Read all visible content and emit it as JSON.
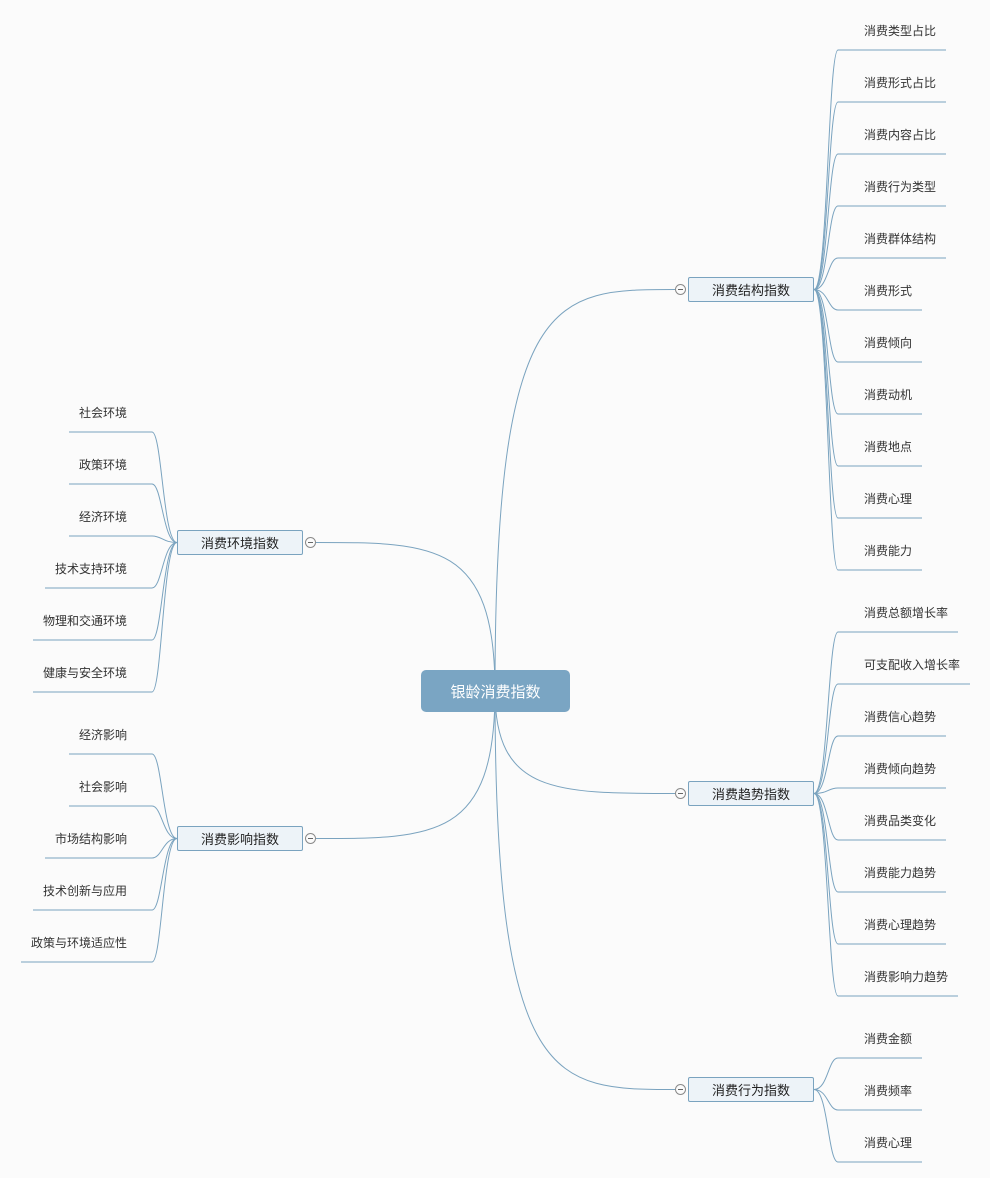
{
  "root": {
    "label": "银龄消费指数"
  },
  "branches": {
    "structure": {
      "label": "消费结构指数",
      "items": [
        "消费类型占比",
        "消费形式占比",
        "消费内容占比",
        "消费行为类型",
        "消费群体结构",
        "消费形式",
        "消费倾向",
        "消费动机",
        "消费地点",
        "消费心理",
        "消费能力"
      ]
    },
    "trend": {
      "label": "消费趋势指数",
      "items": [
        "消费总额增长率",
        "可支配收入增长率",
        "消费信心趋势",
        "消费倾向趋势",
        "消费品类变化",
        "消费能力趋势",
        "消费心理趋势",
        "消费影响力趋势"
      ]
    },
    "behavior": {
      "label": "消费行为指数",
      "items": [
        "消费金额",
        "消费频率",
        "消费心理"
      ]
    },
    "environment": {
      "label": "消费环境指数",
      "items": [
        "社会环境",
        "政策环境",
        "经济环境",
        "技术支持环境",
        "物理和交通环境",
        "健康与安全环境"
      ]
    },
    "impact": {
      "label": "消费影响指数",
      "items": [
        "经济影响",
        "社会影响",
        "市场结构影响",
        "技术创新与应用",
        "政策与环境适应性"
      ]
    }
  },
  "colors": {
    "line": "#7aa3bf",
    "root_fill": "#7aa5c3",
    "branch_fill": "#edf3f8"
  }
}
